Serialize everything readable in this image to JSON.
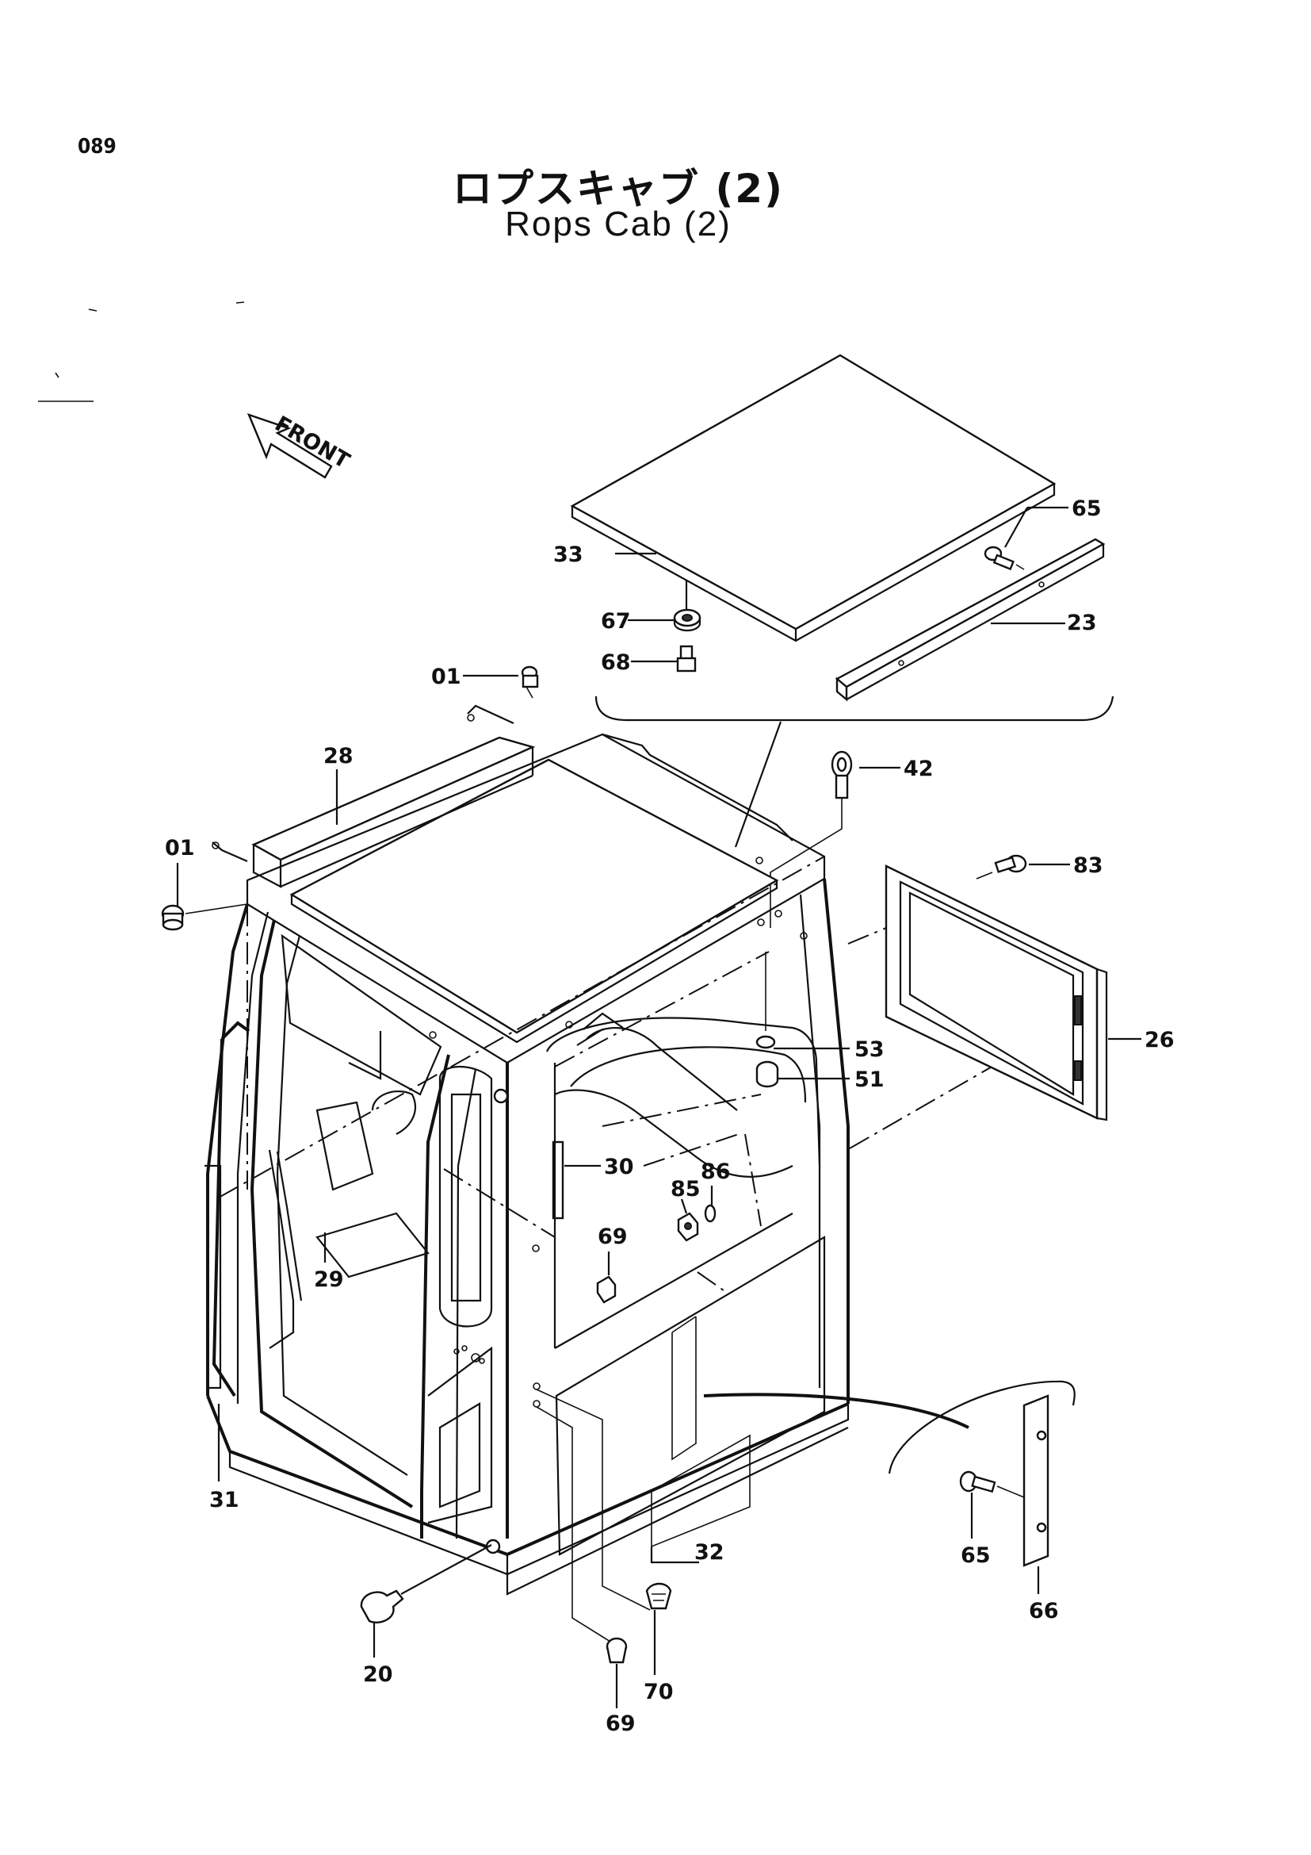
{
  "header": {
    "page_code": "089",
    "title_jp": "ロプスキャブ (2)",
    "title_en": "Rops Cab (2)"
  },
  "front_arrow": {
    "label": "FRONT"
  },
  "callouts": [
    {
      "id": "c-65a",
      "label": "65"
    },
    {
      "id": "c-33",
      "label": "33"
    },
    {
      "id": "c-67",
      "label": "67"
    },
    {
      "id": "c-23",
      "label": "23"
    },
    {
      "id": "c-68",
      "label": "68"
    },
    {
      "id": "c-01a",
      "label": "01"
    },
    {
      "id": "c-42",
      "label": "42"
    },
    {
      "id": "c-28",
      "label": "28"
    },
    {
      "id": "c-01b",
      "label": "01"
    },
    {
      "id": "c-83",
      "label": "83"
    },
    {
      "id": "c-53",
      "label": "53"
    },
    {
      "id": "c-26",
      "label": "26"
    },
    {
      "id": "c-51",
      "label": "51"
    },
    {
      "id": "c-30",
      "label": "30"
    },
    {
      "id": "c-86",
      "label": "86"
    },
    {
      "id": "c-85",
      "label": "85"
    },
    {
      "id": "c-69a",
      "label": "69"
    },
    {
      "id": "c-29",
      "label": "29"
    },
    {
      "id": "c-31",
      "label": "31"
    },
    {
      "id": "c-32",
      "label": "32"
    },
    {
      "id": "c-65b",
      "label": "65"
    },
    {
      "id": "c-66",
      "label": "66"
    },
    {
      "id": "c-20",
      "label": "20"
    },
    {
      "id": "c-70",
      "label": "70"
    },
    {
      "id": "c-69b",
      "label": "69"
    }
  ]
}
